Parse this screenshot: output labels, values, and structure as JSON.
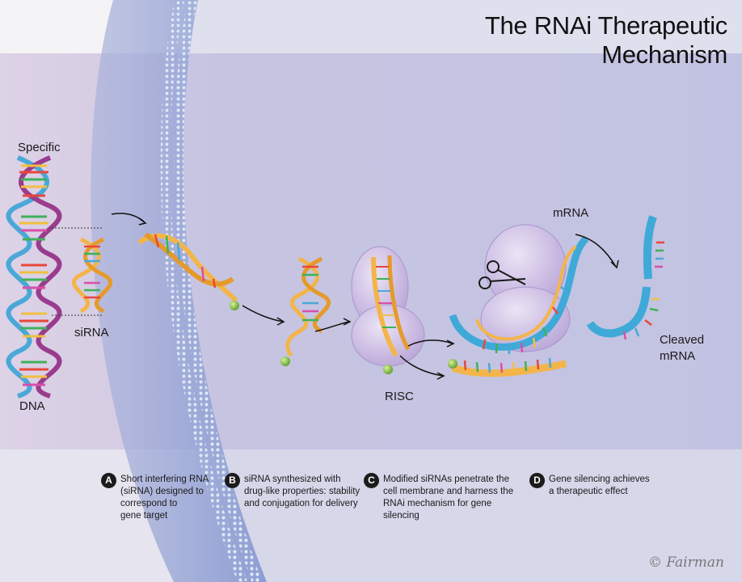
{
  "title": "The RNAi Therapeutic Mechanism",
  "labels": {
    "specific": "Specific",
    "dna": "DNA",
    "sirna": "siRNA",
    "risc": "RISC",
    "mrna": "mRNA",
    "cleaved_line1": "Cleaved",
    "cleaved_line2": "mRNA"
  },
  "steps": [
    {
      "badge": "A",
      "lines": [
        "Short interfering RNA",
        "(siRNA) designed to",
        "correspond to",
        "gene target"
      ]
    },
    {
      "badge": "B",
      "lines": [
        "siRNA synthesized with",
        "drug-like properties: stability",
        "and conjugation for delivery"
      ]
    },
    {
      "badge": "C",
      "lines": [
        "Modified siRNAs penetrate the",
        "cell membrane and harness the",
        "RNAi mechanism for gene silencing"
      ]
    },
    {
      "badge": "D",
      "lines": [
        "Gene silencing achieves",
        "a therapeutic effect"
      ]
    }
  ],
  "signature": "© Fairman",
  "colors": {
    "background_top": "#e8e2ee",
    "background_main": "#cbc9e3",
    "cell_membrane": "#8e9ed2",
    "risc_body": "#c9b9e0",
    "mrna_strand": "#3fa9d8",
    "sirna_strand": "#f3b54a",
    "conjugate_ball": "#8cc63f"
  }
}
